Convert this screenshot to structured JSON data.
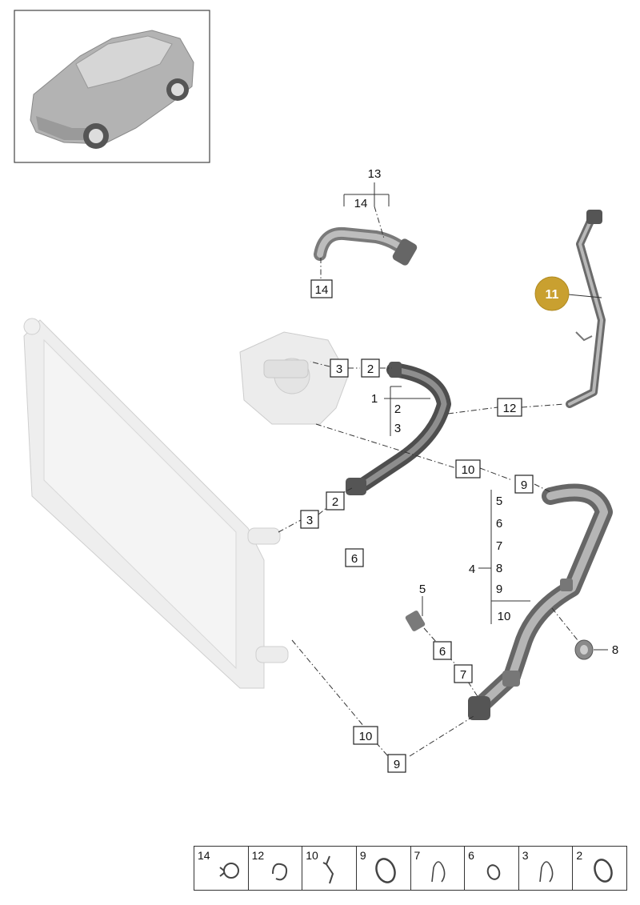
{
  "labels": {
    "l13": "13",
    "l14_top": "14",
    "l14_box": "14",
    "l11": "11",
    "l3_a": "3",
    "l2_a": "2",
    "l1": "1",
    "l2_b": "2",
    "l3_b": "3",
    "l12": "12",
    "l10_a": "10",
    "l9_a": "9",
    "l2_c": "2",
    "l3_c": "3",
    "l6_a": "6",
    "l4": "4",
    "l5_a": "5",
    "l6_b": "6",
    "l7_a": "7",
    "l8_a": "8",
    "l9_b": "9",
    "l10_b": "10",
    "l5_b": "5",
    "l6_c": "6",
    "l7_b": "7",
    "l8_b": "8",
    "l10_c": "10",
    "l9_c": "9"
  },
  "legend": [
    {
      "num": "14",
      "icon": "hose-clip-icon"
    },
    {
      "num": "12",
      "icon": "spring-clip-icon"
    },
    {
      "num": "10",
      "icon": "retaining-clip-icon"
    },
    {
      "num": "9",
      "icon": "o-ring-icon"
    },
    {
      "num": "7",
      "icon": "wire-clip-icon"
    },
    {
      "num": "6",
      "icon": "small-o-ring-icon"
    },
    {
      "num": "3",
      "icon": "wire-clip-icon"
    },
    {
      "num": "2",
      "icon": "o-ring-icon"
    }
  ],
  "colors": {
    "highlight": "#c9a030",
    "hose_dark": "#5a5a5a",
    "hose_light": "#a8a8a8",
    "ghost": "#eeeeee"
  }
}
